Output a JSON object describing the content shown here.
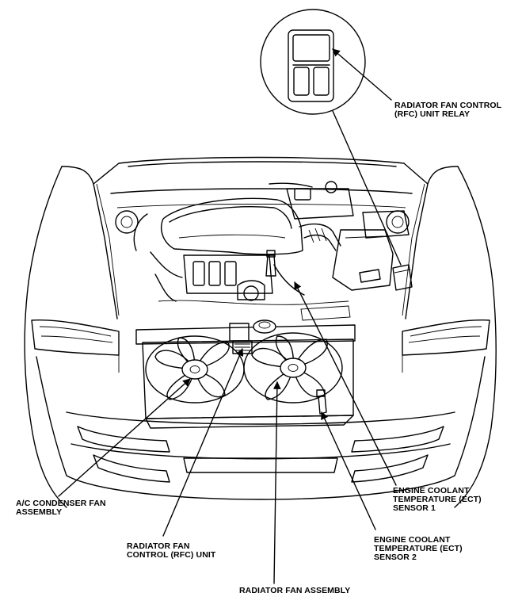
{
  "labels": {
    "rfc_relay": {
      "line1": "RADIATOR FAN CONTROL",
      "line2": "(RFC) UNIT RELAY"
    },
    "ac_fan": {
      "line1": "A/C CONDENSER FAN",
      "line2": "ASSEMBLY"
    },
    "rfc_unit": {
      "line1": "RADIATOR FAN",
      "line2": "CONTROL (RFC) UNIT"
    },
    "ect1": {
      "line1": "ENGINE COOLANT",
      "line2": "TEMPERATURE (ECT)",
      "line3": "SENSOR 1"
    },
    "ect2": {
      "line1": "ENGINE COOLANT",
      "line2": "TEMPERATURE (ECT)",
      "line3": "SENSOR 2"
    },
    "rad_fan": {
      "line1": "RADIATOR FAN ASSEMBLY"
    }
  }
}
